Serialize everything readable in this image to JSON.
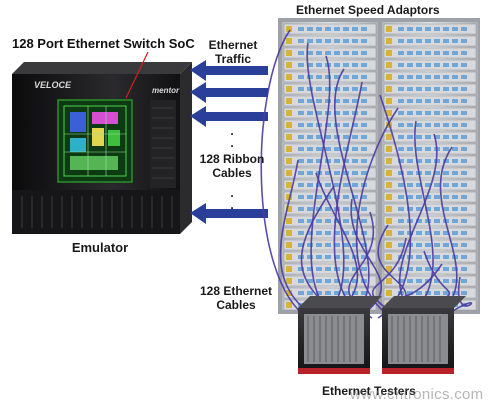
{
  "labels": {
    "soc_title": "128 Port Ethernet Switch SoC",
    "traffic_line1": "Ethernet",
    "traffic_line2": "Traffic",
    "dots": ".",
    "ribbon_line1": "128 Ribbon",
    "ribbon_line2": "Cables",
    "emulator": "Emulator",
    "adaptors_title": "Ethernet Speed Adaptors",
    "eth_cables_line1": "128 Ethernet",
    "eth_cables_line2": "Cables",
    "testers": "Ethernet Testers",
    "emulator_brand": "VELOCE",
    "emulator_logo": "mentor",
    "watermark": "www.cntronics.com"
  },
  "colors": {
    "arrow_blue": "#2a3f9a",
    "cable_purple": "#4b3aa0",
    "callout_red": "#d0201a",
    "chip_green": "#3fbf3f",
    "rack_gray": "#c9cbcf",
    "emulator_black": "#1d1d1f"
  },
  "icons": [
    "emulator-cabinet-icon",
    "chip-die-icon",
    "rack-unit-icon",
    "tester-chassis-icon",
    "arrow-left-icon"
  ]
}
